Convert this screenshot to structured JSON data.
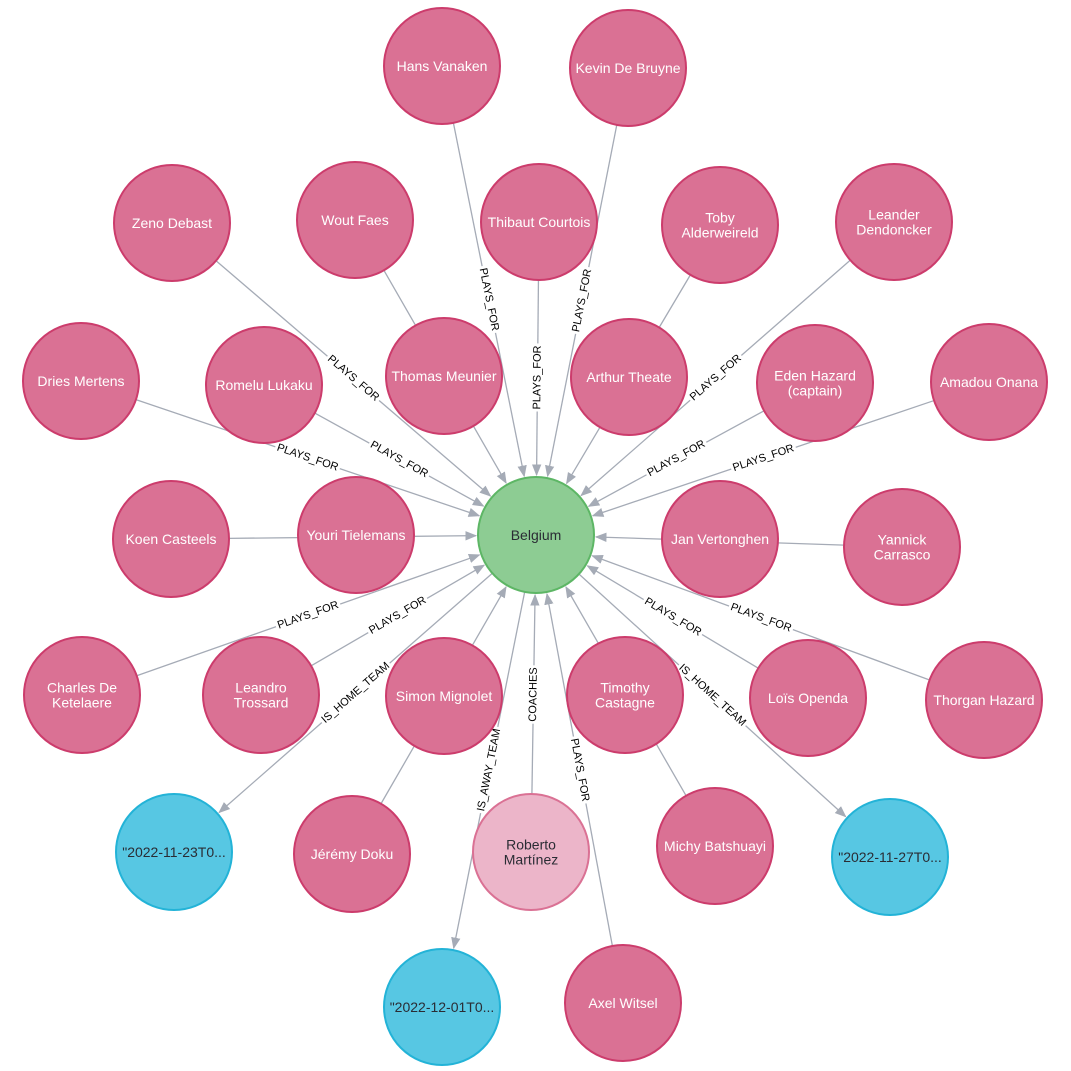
{
  "colors": {
    "player_fill": "#da7194",
    "player_stroke": "#cc3c6c",
    "team_fill": "#8dcc93",
    "team_stroke": "#5db665",
    "coach_fill": "#ecb5c9",
    "coach_stroke": "#da7194",
    "match_fill": "#57c7e3",
    "match_stroke": "#23b3d7",
    "edge": "#a5abb6",
    "label_dark": "#2a2c34",
    "label_light": "#ffffff"
  },
  "graph": {
    "nodes": [
      {
        "id": "belgium",
        "type": "team",
        "label": [
          "Belgium"
        ]
      },
      {
        "id": "hans-vanaken",
        "type": "player",
        "label": [
          "Hans Vanaken"
        ]
      },
      {
        "id": "kevin-de-bruyne",
        "type": "player",
        "label": [
          "Kevin De Bruyne"
        ]
      },
      {
        "id": "zeno-debast",
        "type": "player",
        "label": [
          "Zeno Debast"
        ]
      },
      {
        "id": "wout-faes",
        "type": "player",
        "label": [
          "Wout Faes"
        ]
      },
      {
        "id": "thibaut-courtois",
        "type": "player",
        "label": [
          "Thibaut Courtois"
        ]
      },
      {
        "id": "toby-alderweireld",
        "type": "player",
        "label": [
          "Toby",
          "Alderweireld"
        ]
      },
      {
        "id": "leander-dendoncker",
        "type": "player",
        "label": [
          "Leander",
          "Dendoncker"
        ]
      },
      {
        "id": "dries-mertens",
        "type": "player",
        "label": [
          "Dries Mertens"
        ]
      },
      {
        "id": "romelu-lukaku",
        "type": "player",
        "label": [
          "Romelu Lukaku"
        ]
      },
      {
        "id": "thomas-meunier",
        "type": "player",
        "label": [
          "Thomas Meunier"
        ]
      },
      {
        "id": "arthur-theate",
        "type": "player",
        "label": [
          "Arthur Theate"
        ]
      },
      {
        "id": "eden-hazard",
        "type": "player",
        "label": [
          "Eden Hazard",
          "(captain)"
        ]
      },
      {
        "id": "amadou-onana",
        "type": "player",
        "label": [
          "Amadou Onana"
        ]
      },
      {
        "id": "koen-casteels",
        "type": "player",
        "label": [
          "Koen Casteels"
        ]
      },
      {
        "id": "youri-tielemans",
        "type": "player",
        "label": [
          "Youri Tielemans"
        ]
      },
      {
        "id": "jan-vertonghen",
        "type": "player",
        "label": [
          "Jan Vertonghen"
        ]
      },
      {
        "id": "yannick-carrasco",
        "type": "player",
        "label": [
          "Yannick",
          "Carrasco"
        ]
      },
      {
        "id": "charles-de-ketelaere",
        "type": "player",
        "label": [
          "Charles De",
          "Ketelaere"
        ]
      },
      {
        "id": "leandro-trossard",
        "type": "player",
        "label": [
          "Leandro",
          "Trossard"
        ]
      },
      {
        "id": "simon-mignolet",
        "type": "player",
        "label": [
          "Simon Mignolet"
        ]
      },
      {
        "id": "timothy-castagne",
        "type": "player",
        "label": [
          "Timothy",
          "Castagne"
        ]
      },
      {
        "id": "lois-openda",
        "type": "player",
        "label": [
          "Loïs Openda"
        ]
      },
      {
        "id": "thorgan-hazard",
        "type": "player",
        "label": [
          "Thorgan Hazard"
        ]
      },
      {
        "id": "jeremy-doku",
        "type": "player",
        "label": [
          "Jérémy Doku"
        ]
      },
      {
        "id": "roberto-martinez",
        "type": "coach",
        "label": [
          "Roberto",
          "Martínez"
        ]
      },
      {
        "id": "michy-batshuayi",
        "type": "player",
        "label": [
          "Michy Batshuayi"
        ]
      },
      {
        "id": "axel-witsel",
        "type": "player",
        "label": [
          "Axel Witsel"
        ]
      },
      {
        "id": "match-2022-11-23",
        "type": "match",
        "label": [
          "\"2022-11-23T0..."
        ]
      },
      {
        "id": "match-2022-11-27",
        "type": "match",
        "label": [
          "\"2022-11-27T0..."
        ]
      },
      {
        "id": "match-2022-12-01",
        "type": "match",
        "label": [
          "\"2022-12-01T0..."
        ]
      }
    ],
    "edges": [
      {
        "from": "hans-vanaken",
        "to": "belgium",
        "label": "PLAYS_FOR"
      },
      {
        "from": "kevin-de-bruyne",
        "to": "belgium",
        "label": "PLAYS_FOR"
      },
      {
        "from": "zeno-debast",
        "to": "belgium",
        "label": "PLAYS_FOR"
      },
      {
        "from": "wout-faes",
        "to": "belgium",
        "label": "PLAYS..."
      },
      {
        "from": "thibaut-courtois",
        "to": "belgium",
        "label": "PLAYS_FOR"
      },
      {
        "from": "toby-alderweireld",
        "to": "belgium",
        "label": "PLAYS..."
      },
      {
        "from": "leander-dendoncker",
        "to": "belgium",
        "label": "PLAYS_FOR"
      },
      {
        "from": "dries-mertens",
        "to": "belgium",
        "label": "PLAYS_FOR"
      },
      {
        "from": "romelu-lukaku",
        "to": "belgium",
        "label": "PLAYS_FOR"
      },
      {
        "from": "eden-hazard",
        "to": "belgium",
        "label": "PLAYS_FOR"
      },
      {
        "from": "amadou-onana",
        "to": "belgium",
        "label": "PLAYS_FOR"
      },
      {
        "from": "koen-casteels",
        "to": "belgium",
        "label": "PLAY..."
      },
      {
        "from": "yannick-carrasco",
        "to": "belgium",
        "label": "PLAYS..."
      },
      {
        "from": "charles-de-ketelaere",
        "to": "belgium",
        "label": "PLAYS_FOR"
      },
      {
        "from": "leandro-trossard",
        "to": "belgium",
        "label": "PLAYS_FOR"
      },
      {
        "from": "jeremy-doku",
        "to": "belgium",
        "label": "PLAYS..."
      },
      {
        "from": "roberto-martinez",
        "to": "belgium",
        "label": "COACHES"
      },
      {
        "from": "axel-witsel",
        "to": "belgium",
        "label": "PLAYS_FOR"
      },
      {
        "from": "michy-batshuayi",
        "to": "belgium",
        "label": "PLAY..."
      },
      {
        "from": "lois-openda",
        "to": "belgium",
        "label": "PLAYS_FOR"
      },
      {
        "from": "thorgan-hazard",
        "to": "belgium",
        "label": "PLAYS_FOR"
      },
      {
        "from": "belgium",
        "to": "match-2022-11-23",
        "label": "IS_HOME_TEAM"
      },
      {
        "from": "belgium",
        "to": "match-2022-11-27",
        "label": "IS_HOME_TEAM"
      },
      {
        "from": "belgium",
        "to": "match-2022-12-01",
        "label": "IS_AWAY_TEAM"
      }
    ]
  }
}
